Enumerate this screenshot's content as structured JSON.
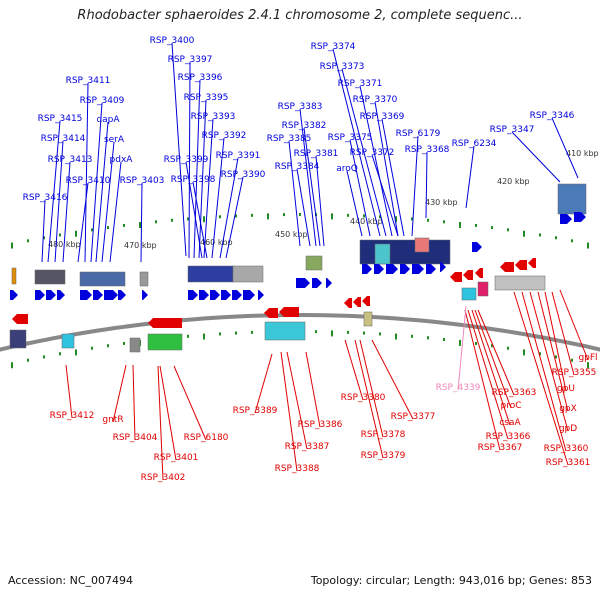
{
  "title": "Rhodobacter sphaeroides 2.4.1 chromosome 2, complete sequenc...",
  "footer": {
    "accession": "Accession: NC_007494",
    "summary": "Topology: circular; Length: 943,016 bp; Genes: 853"
  },
  "colors": {
    "forward": "#0000dd",
    "reverse": "#e00000",
    "pseudo": "#ee88bb",
    "ticks": "#228b22",
    "backbone": "#888888"
  },
  "scale_labels": [
    "480 kbp",
    "470 kbp",
    "460 kbp",
    "450 kbp",
    "440 kbp",
    "430 kbp",
    "420 kbp",
    "410 kbp"
  ],
  "forward_labels": [
    "RSP_3400",
    "RSP_3397",
    "RSP_3396",
    "RSP_3395",
    "RSP_3393",
    "RSP_3392",
    "RSP_3391",
    "RSP_3399",
    "RSP_3398",
    "RSP_3390",
    "RSP_3411",
    "RSP_3409",
    "RSP_3415",
    "dapA",
    "RSP_3414",
    "serA",
    "RSP_3413",
    "pdxA",
    "RSP_3410",
    "RSP_3403",
    "RSP_3416",
    "RSP_3374",
    "RSP_3373",
    "RSP_3371",
    "RSP_3370",
    "RSP_3369",
    "RSP_6179",
    "RSP_3368",
    "RSP_3375",
    "RSP_3372",
    "RSP_3383",
    "RSP_3382",
    "RSP_3385",
    "RSP_3381",
    "RSP_3384",
    "aroQ",
    "RSP_6234",
    "RSP_3347",
    "RSP_3346"
  ],
  "reverse_labels": [
    "RSP_3412",
    "gntR",
    "RSP_3404",
    "RSP_6180",
    "RSP_3401",
    "RSP_3402",
    "RSP_3389",
    "RSP_3386",
    "RSP_3387",
    "RSP_3388",
    "RSP_3380",
    "RSP_3377",
    "RSP_3378",
    "RSP_3379",
    "RSP_3363",
    "proC",
    "csaA",
    "RSP_3366",
    "RSP_3367",
    "gpFl",
    "RSP_3355",
    "gpU",
    "gpX",
    "gpD",
    "RSP_3360",
    "RSP_3361"
  ],
  "pseudo_labels": [
    "RSP_4339"
  ]
}
